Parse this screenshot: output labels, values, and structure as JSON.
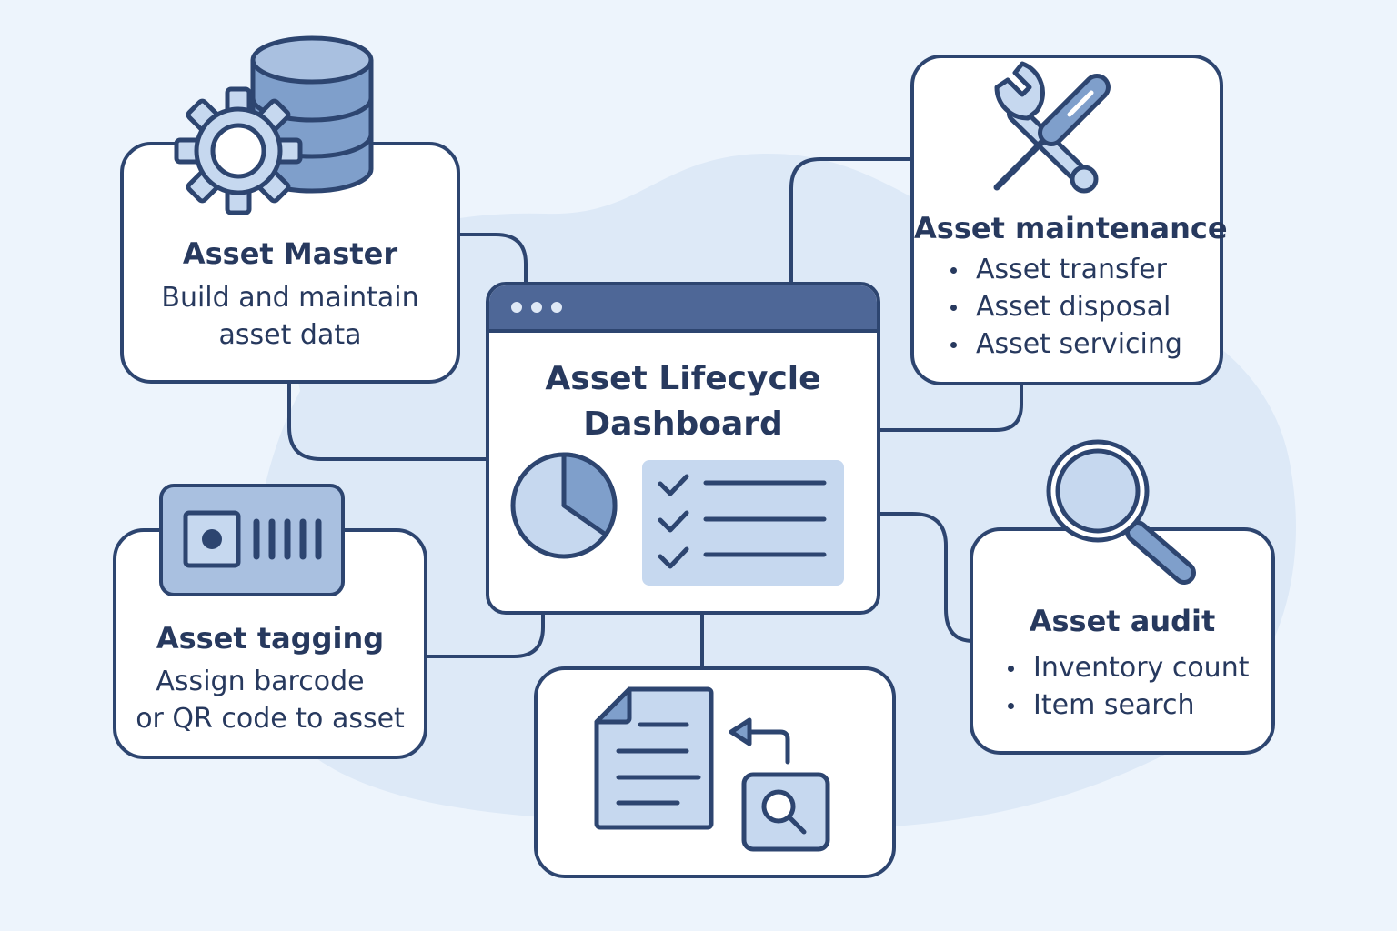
{
  "dashboard": {
    "title_line1": "Asset Lifecycle",
    "title_line2": "Dashboard"
  },
  "asset_master": {
    "title": "Asset Master",
    "desc_line1": "Build and maintain",
    "desc_line2": "asset data"
  },
  "asset_maintenance": {
    "title": "Asset maintenance",
    "items": [
      "Asset transfer",
      "Asset disposal",
      "Asset servicing"
    ]
  },
  "asset_tagging": {
    "title": "Asset tagging",
    "desc_line1": "Assign barcode",
    "desc_line2": "or QR code to asset"
  },
  "asset_audit": {
    "title": "Asset audit",
    "items": [
      "Inventory count",
      "Item search"
    ]
  },
  "colors": {
    "outline": "#2d4570",
    "fill_mid": "#7f9fcb",
    "fill_light": "#c6d8ef",
    "background": "#edf4fc",
    "card": "#ffffff"
  },
  "icons": [
    "gear-icon",
    "database-icon",
    "wrench-icon",
    "screwdriver-icon",
    "pie-chart-icon",
    "checklist-icon",
    "barcode-tag-icon",
    "magnifier-icon",
    "document-icon",
    "return-arrow-icon",
    "search-icon"
  ]
}
